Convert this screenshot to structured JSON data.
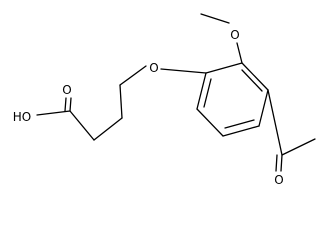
{
  "molecule": {
    "atoms": {
      "methoxy_o": "O",
      "ether_o": "O",
      "acid_oh": "HO",
      "acid_o": "O",
      "ketone_o": "O"
    },
    "colors": {
      "bond": "#000000",
      "label": "#000000",
      "background": "#ffffff"
    }
  }
}
